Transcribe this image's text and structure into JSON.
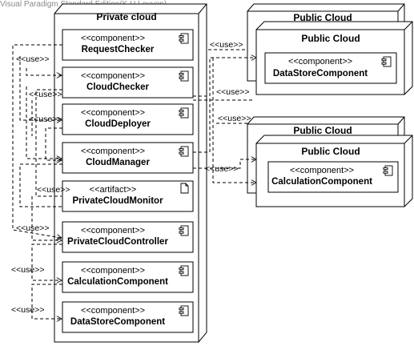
{
  "watermark": "Visual Paradigm Standard Edition(K.U.Leuven)",
  "private_node": {
    "title": "Private cloud",
    "components": [
      {
        "stereotype": "<<component>>",
        "name": "RequestChecker",
        "icon": "component-icon"
      },
      {
        "stereotype": "<<component>>",
        "name": "CloudChecker",
        "icon": "component-icon"
      },
      {
        "stereotype": "<<component>>",
        "name": "CloudDeployer",
        "icon": "component-icon"
      },
      {
        "stereotype": "<<component>>",
        "name": "CloudManager",
        "icon": "component-icon"
      },
      {
        "stereotype": "<<artifact>>",
        "name": "PrivateCloudMonitor",
        "icon": "artifact-icon"
      },
      {
        "stereotype": "<<component>>",
        "name": "PrivateCloudController",
        "icon": "component-icon"
      },
      {
        "stereotype": "<<component>>",
        "name": "CalculationComponent",
        "icon": "component-icon"
      },
      {
        "stereotype": "<<component>>",
        "name": "DataStoreComponent",
        "icon": "component-icon"
      }
    ]
  },
  "public_nodes": [
    {
      "back_title": "Public Cloud",
      "front_title": "Public Cloud",
      "component": {
        "stereotype": "<<component>>",
        "name": "DataStoreComponent"
      }
    },
    {
      "back_title": "Public Cloud",
      "front_title": "Public Cloud",
      "component": {
        "stereotype": "<<component>>",
        "name": "CalculationComponent"
      }
    }
  ],
  "use_label": "<<use>>"
}
